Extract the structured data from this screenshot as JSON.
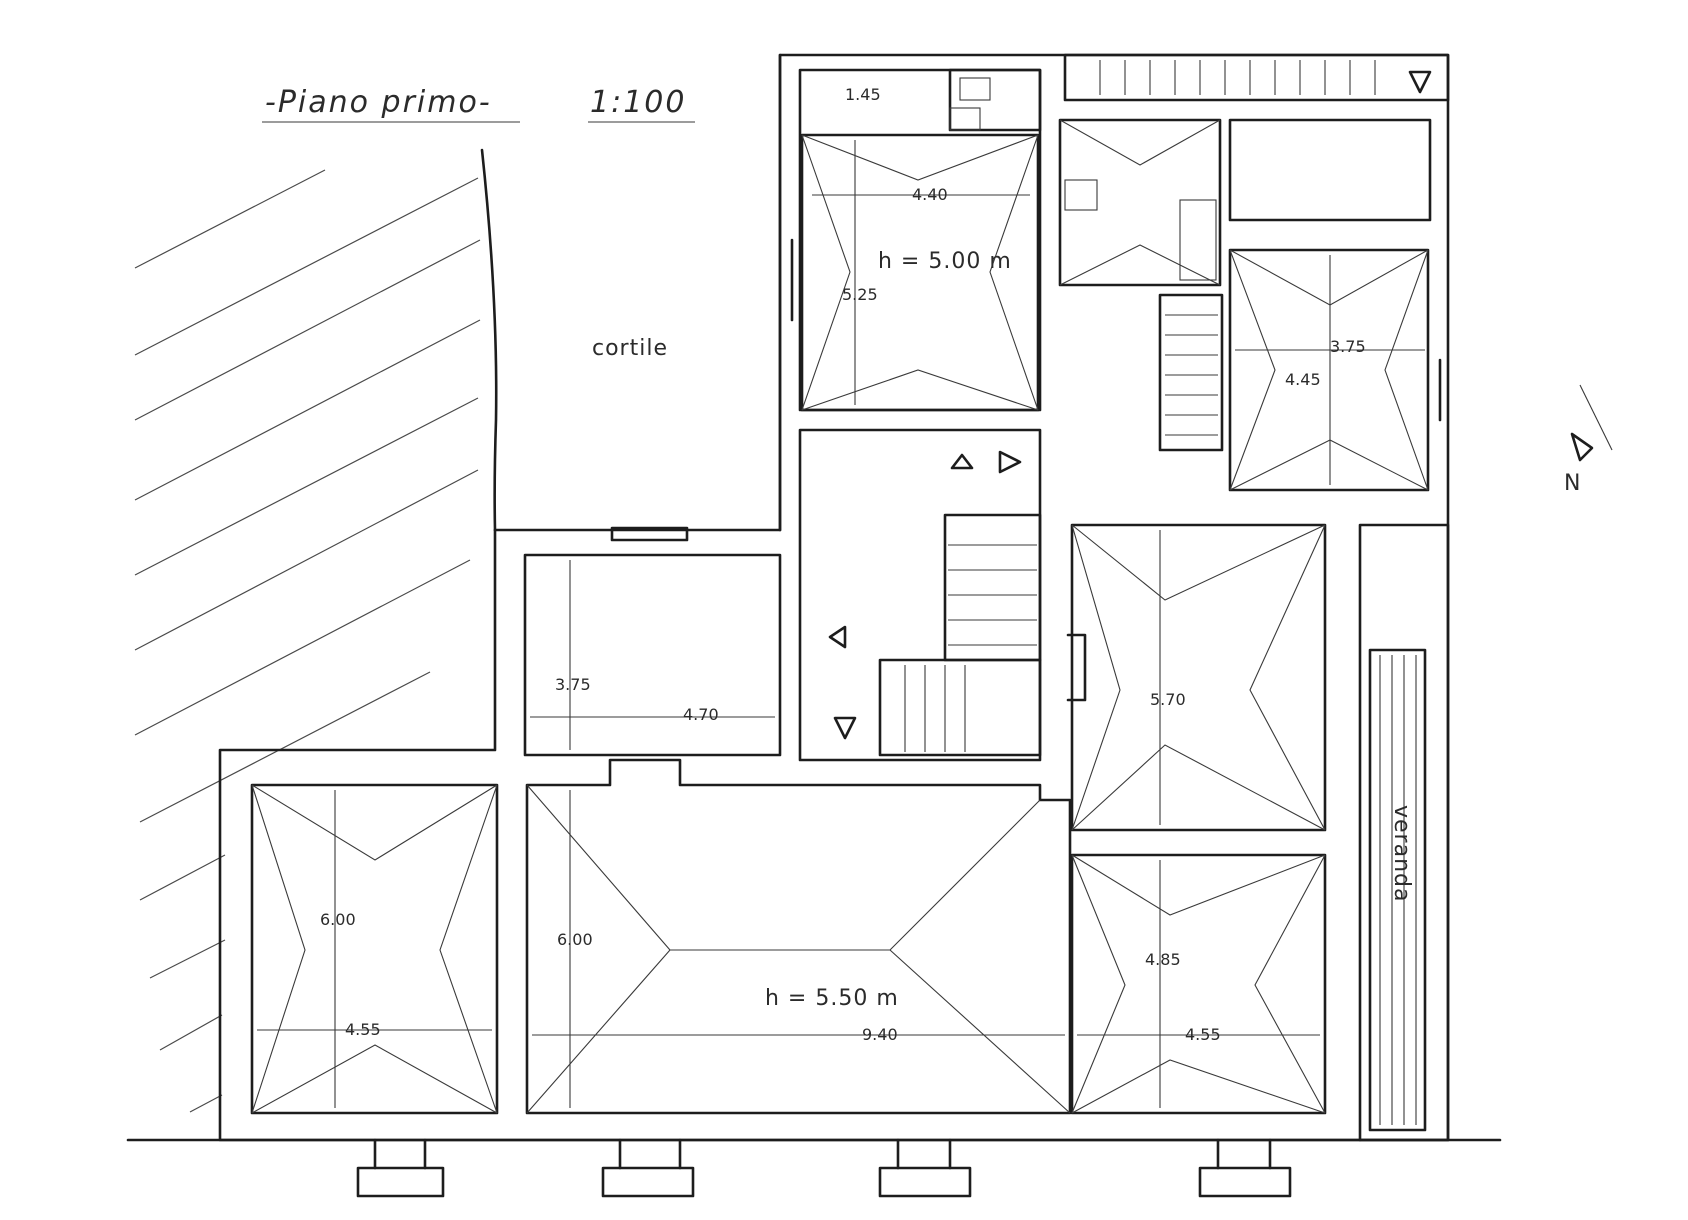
{
  "drawing": {
    "title": "-Piano primo-",
    "scale": "1:100",
    "north_label": "N"
  },
  "labels": {
    "courtyard": "cortile",
    "veranda": "veranda"
  },
  "rooms": {
    "north_bedroom": {
      "height": "h = 5.00 m",
      "width": "4.40",
      "depth": "5.25"
    },
    "small_wc": {
      "width": "1.45"
    },
    "ne_room": {
      "width": "3.75",
      "depth": "4.45"
    },
    "west_room": {
      "width": "4.70",
      "depth": "3.75"
    },
    "east_salon": {
      "depth": "5.70"
    },
    "sw_room": {
      "width": "4.55",
      "depth": "6.00"
    },
    "hall": {
      "height": "h = 5.50 m",
      "width": "9.40",
      "depth": "6.00"
    },
    "se_room": {
      "width": "4.55",
      "depth": "4.85"
    }
  },
  "colors": {
    "ink": "#1d1d1d",
    "paper": "#ffffff"
  }
}
